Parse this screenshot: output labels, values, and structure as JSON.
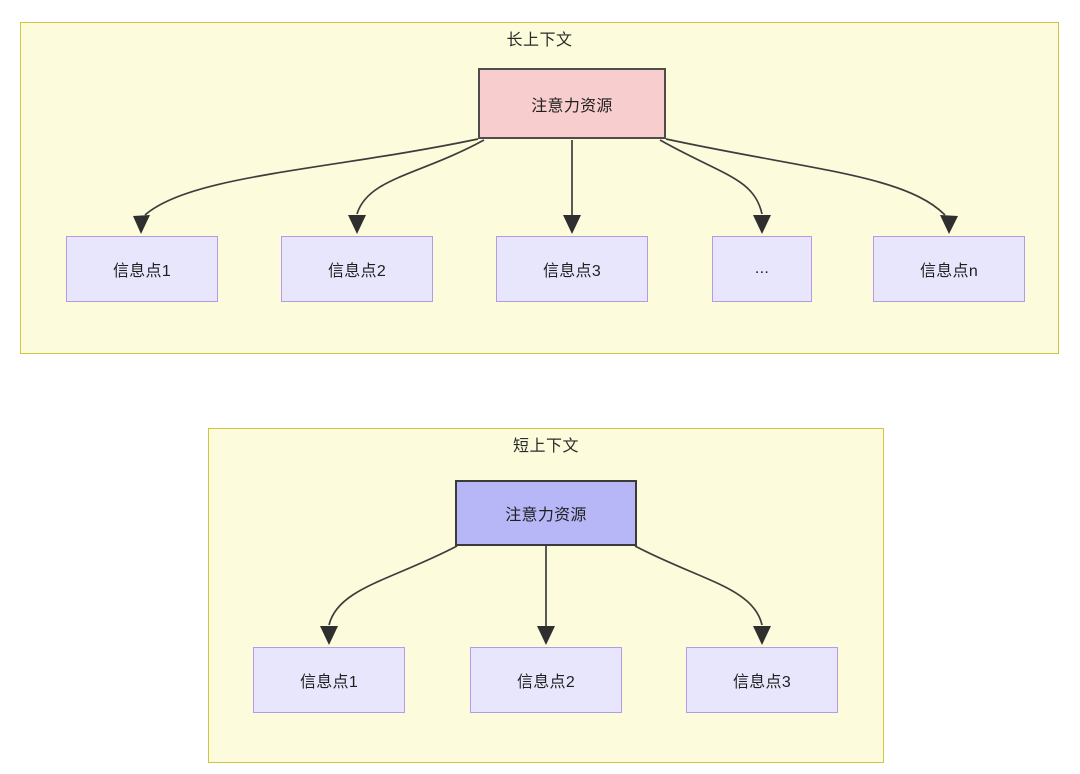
{
  "diagram": {
    "title_long": "长上下文",
    "title_short": "短上下文",
    "panels": [
      {
        "id": "long-context",
        "title": "长上下文",
        "root": {
          "label": "注意力资源",
          "fill": "#f8cdcd",
          "stroke": "#4d4d4d"
        },
        "children": [
          {
            "label": "信息点1"
          },
          {
            "label": "信息点2"
          },
          {
            "label": "信息点3"
          },
          {
            "label": "..."
          },
          {
            "label": "信息点n"
          }
        ]
      },
      {
        "id": "short-context",
        "title": "短上下文",
        "root": {
          "label": "注意力资源",
          "fill": "#b7b7f7",
          "stroke": "#3b3b3b"
        },
        "children": [
          {
            "label": "信息点1"
          },
          {
            "label": "信息点2"
          },
          {
            "label": "信息点3"
          }
        ]
      }
    ],
    "colors": {
      "panel_fill": "#fcfcdc",
      "panel_border": "#ccc73f",
      "attention_long_fill": "#f8cdcd",
      "attention_short_fill": "#b7b7f7",
      "info_fill": "#e7e6fd",
      "info_border": "#b59ae8",
      "edge": "#3d3d3d",
      "text": "#1f1f1f"
    }
  }
}
